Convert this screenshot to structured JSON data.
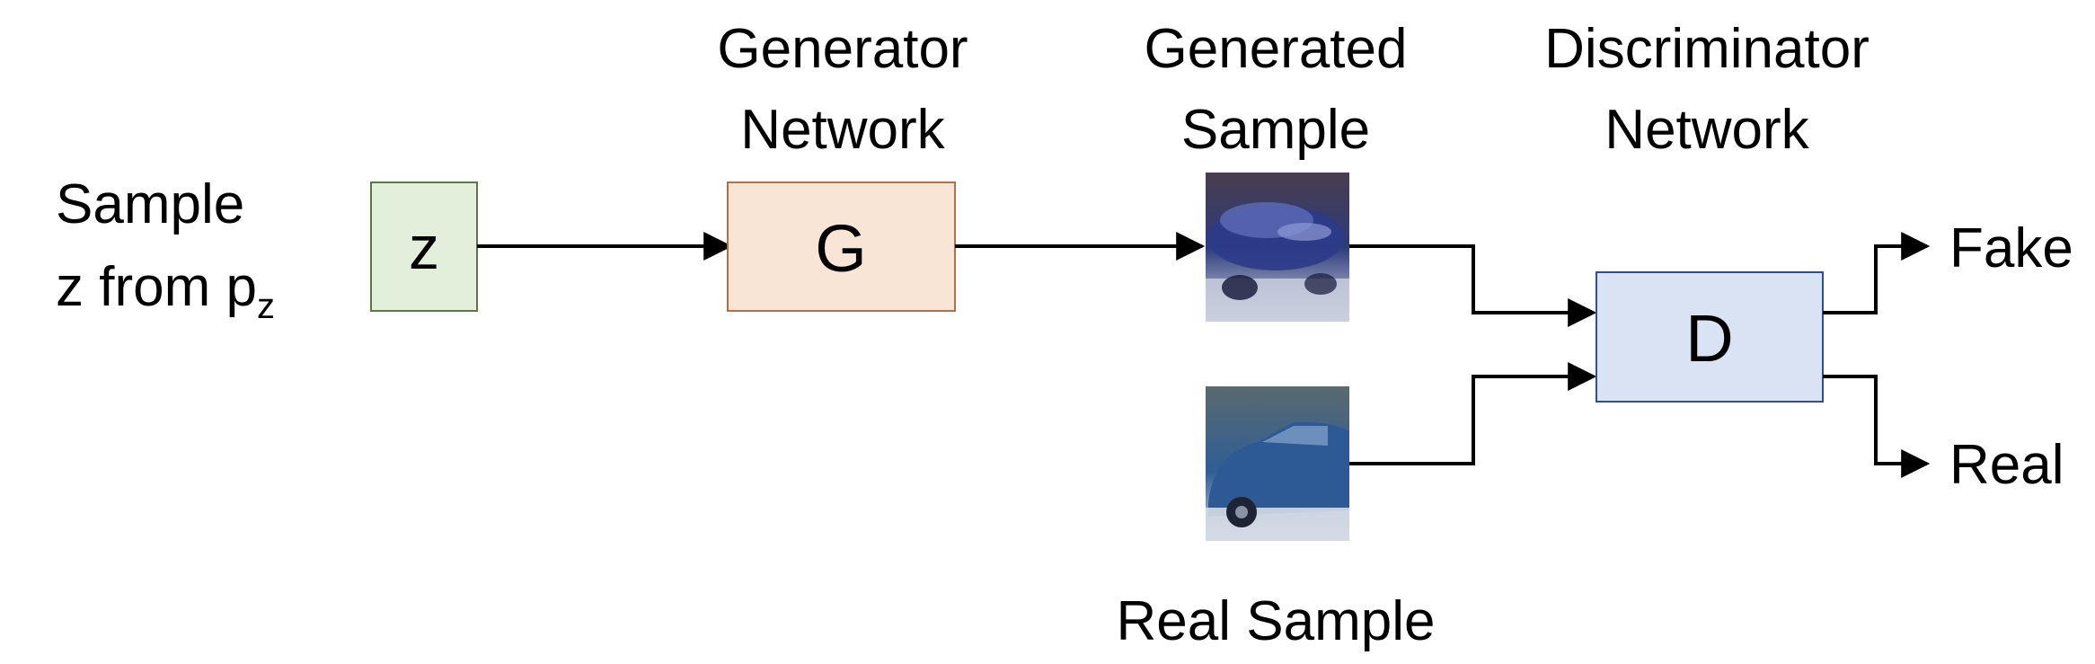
{
  "labels": {
    "sample_line1": "Sample",
    "sample_line2_prefix": "z from p",
    "sample_line2_subscript": "z",
    "generator_line1": "Generator",
    "generator_line2": "Network",
    "generated_line1": "Generated",
    "generated_line2": "Sample",
    "discriminator_line1": "Discriminator",
    "discriminator_line2": "Network",
    "real_sample": "Real Sample",
    "fake_output": "Fake",
    "real_output": "Real"
  },
  "boxes": {
    "z": {
      "label": "z",
      "fill": "#e2efda",
      "stroke": "#5a7a45"
    },
    "g": {
      "label": "G",
      "fill": "#f8e5d6",
      "stroke": "#b0714a"
    },
    "d": {
      "label": "D",
      "fill": "#dae3f3",
      "stroke": "#2f4f8a"
    }
  },
  "colors": {
    "arrow": "#000000",
    "generated_image_tint": "#3a4a86",
    "real_image_tint": "#2e5a8e"
  }
}
